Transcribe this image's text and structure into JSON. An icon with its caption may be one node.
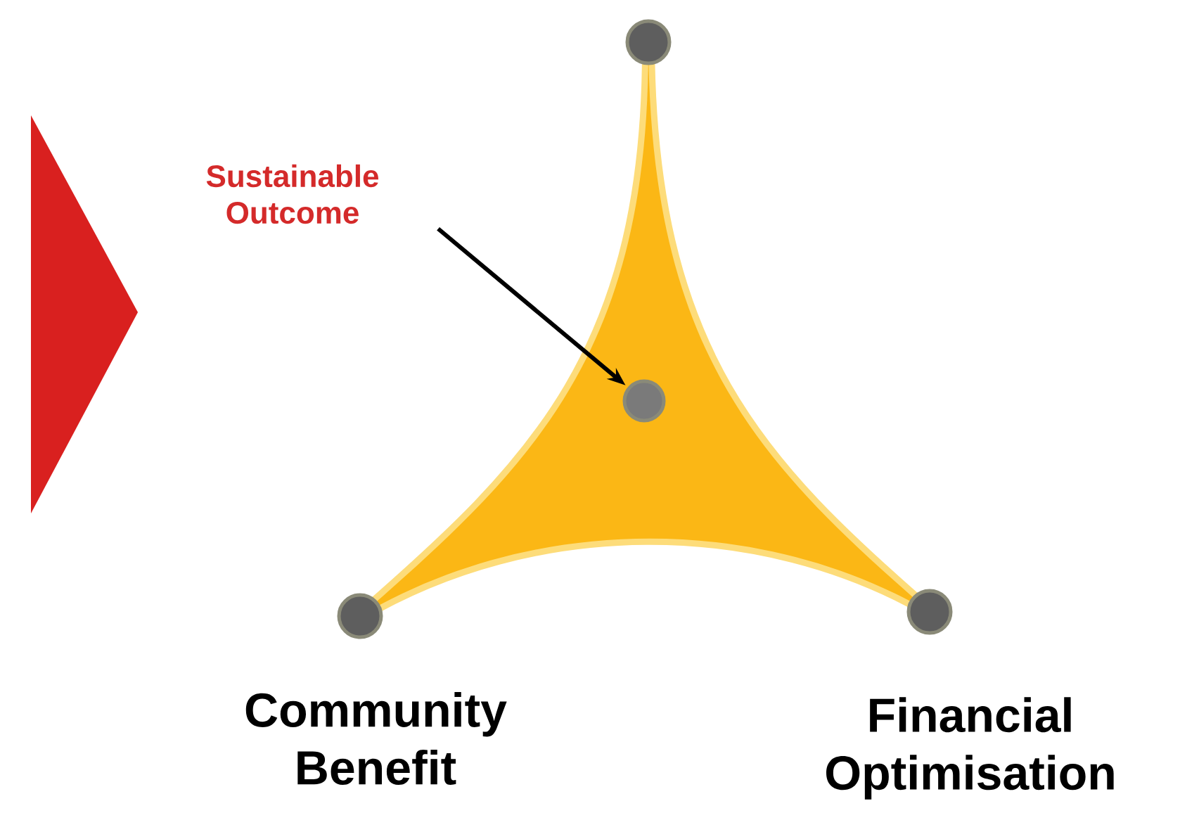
{
  "diagram": {
    "nodes": [
      {
        "text": [
          "Sustainable Outcome"
        ]
      },
      {
        "text": [],
        "shape": "circle"
      },
      {
        "text": [],
        "shape": "circle"
      },
      {
        "text": [],
        "shape": "circle",
        "beside": [
          "Community Benefit"
        ]
      },
      {
        "text": [],
        "shape": "circle",
        "beside": [
          "Financial Optimisation"
        ]
      }
    ],
    "edges": [
      {
        "from": 0,
        "to": 2,
        "arrow": "to"
      }
    ]
  }
}
